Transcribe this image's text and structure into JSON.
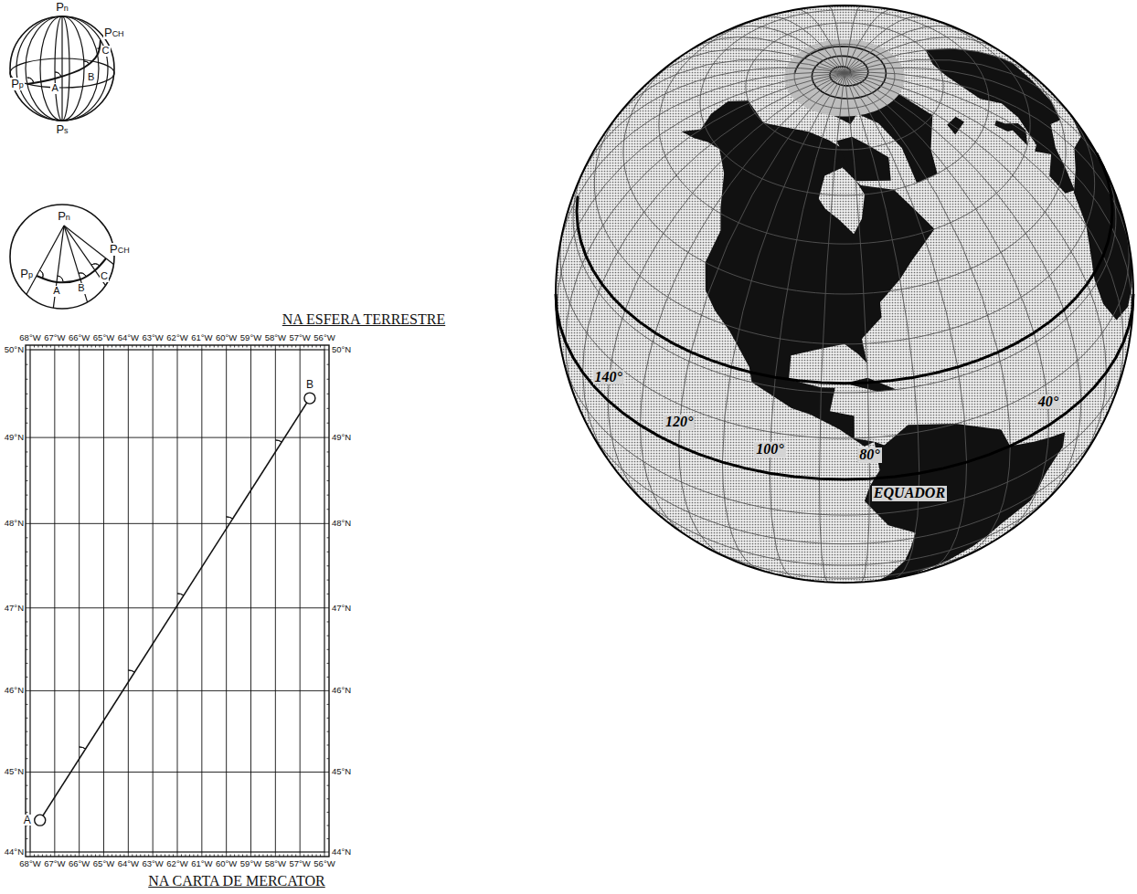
{
  "diagram": {
    "labels": [
      "Pn",
      "Pp",
      "A",
      "B",
      "C",
      "PCH",
      "Ps",
      "Pn",
      "Pp",
      "A",
      "B",
      "C",
      "PCH",
      "NA ESFERA TERRESTRE",
      "68°W",
      "67°W",
      "66°W",
      "65°W",
      "64°W",
      "63°W",
      "62°W",
      "61°W",
      "60°W",
      "59°W",
      "58°W",
      "57°W",
      "56°W",
      "68°W",
      "67°W",
      "66°W",
      "65°W",
      "64°W",
      "63°W",
      "62°W",
      "61°W",
      "60°W",
      "59°W",
      "58°W",
      "57°W",
      "56°W",
      "50°N",
      "49°N",
      "48°N",
      "47°N",
      "46°N",
      "45°N",
      "44°N",
      "50°N",
      "49°N",
      "48°N",
      "47°N",
      "46°N",
      "45°N",
      "44°N",
      "A",
      "B",
      "NA CARTA DE MERCATOR",
      "140°",
      "120°",
      "100°",
      "80°",
      "40°",
      "EQUADOR"
    ]
  }
}
